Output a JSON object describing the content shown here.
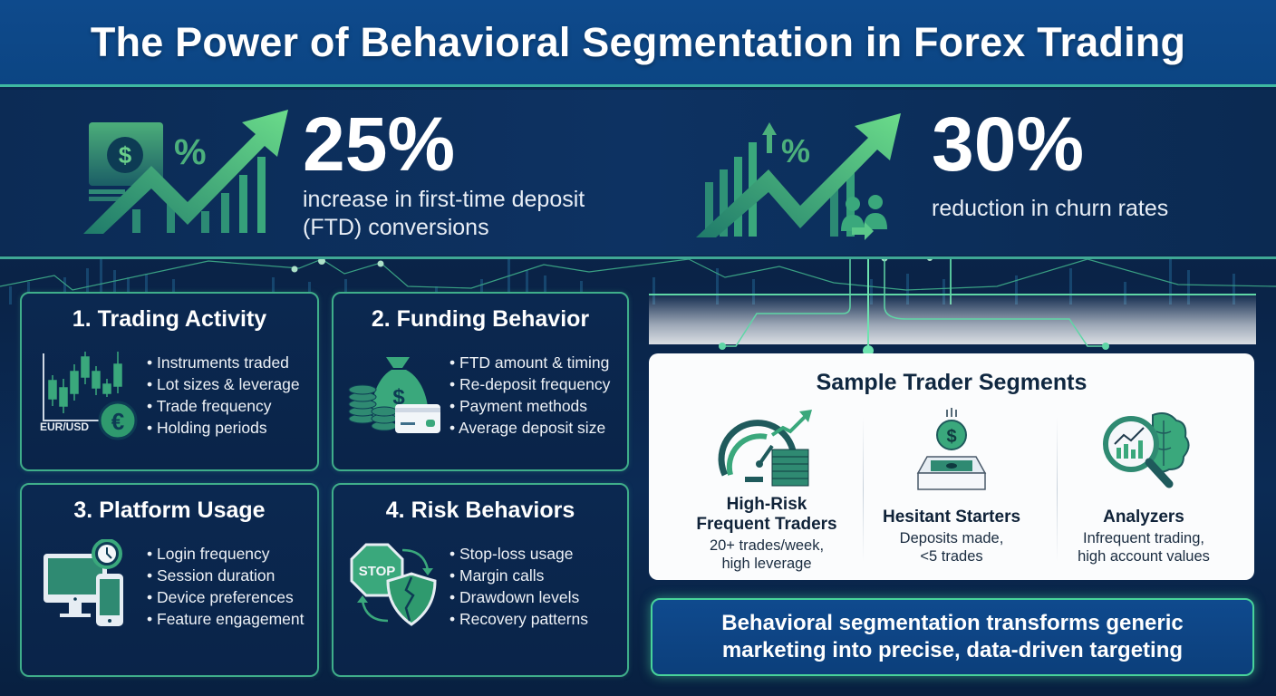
{
  "header": {
    "title": "The Power of Behavioral Segmentation in Forex Trading"
  },
  "stats": [
    {
      "value": "25%",
      "description_line1": "increase in first-time deposit",
      "description_line2": "(FTD) conversions",
      "icon": "money-growth-chart-icon"
    },
    {
      "value": "30%",
      "description_line1": "reduction in churn rates",
      "description_line2": "",
      "icon": "growth-chart-users-icon"
    }
  ],
  "categories": [
    {
      "title": "1. Trading Activity",
      "icon": "candlestick-euro-icon",
      "icon_label": "EUR/USD",
      "items": [
        "Instruments traded",
        "Lot sizes & leverage",
        "Trade frequency",
        "Holding periods"
      ]
    },
    {
      "title": "2. Funding Behavior",
      "icon": "money-bag-coins-card-icon",
      "items": [
        "FTD amount & timing",
        "Re-deposit frequency",
        "Payment methods",
        "Average deposit size"
      ]
    },
    {
      "title": "3. Platform Usage",
      "icon": "desktop-mobile-clock-icon",
      "items": [
        "Login frequency",
        "Session duration",
        "Device preferences",
        "Feature engagement"
      ]
    },
    {
      "title": "4. Risk Behaviors",
      "icon": "stop-sign-shield-icon",
      "icon_label": "STOP",
      "items": [
        "Stop-loss usage",
        "Margin calls",
        "Drawdown levels",
        "Recovery patterns"
      ]
    }
  ],
  "segments": {
    "title": "Sample Trader Segments",
    "items": [
      {
        "name_line1": "High-Risk",
        "name_line2": "Frequent Traders",
        "desc_line1": "20+ trades/week,",
        "desc_line2": "high leverage",
        "icon": "speedometer-cash-icon"
      },
      {
        "name_line1": "Hesitant Starters",
        "name_line2": "",
        "desc_line1": "Deposits made,",
        "desc_line2": "<5 trades",
        "icon": "coin-deposit-icon"
      },
      {
        "name_line1": "Analyzers",
        "name_line2": "",
        "desc_line1": "Infrequent trading,",
        "desc_line2": "high account values",
        "icon": "magnifier-brain-icon"
      }
    ]
  },
  "banner": {
    "line1": "Behavioral segmentation transforms generic",
    "line2": "marketing into precise, data-driven targeting"
  },
  "colors": {
    "header_bg": "#0c4583",
    "page_bg": "#0a2449",
    "accent_green": "#3fae8a",
    "bright_green": "#5fd6a6",
    "segments_bg": "#fbfcfd"
  }
}
